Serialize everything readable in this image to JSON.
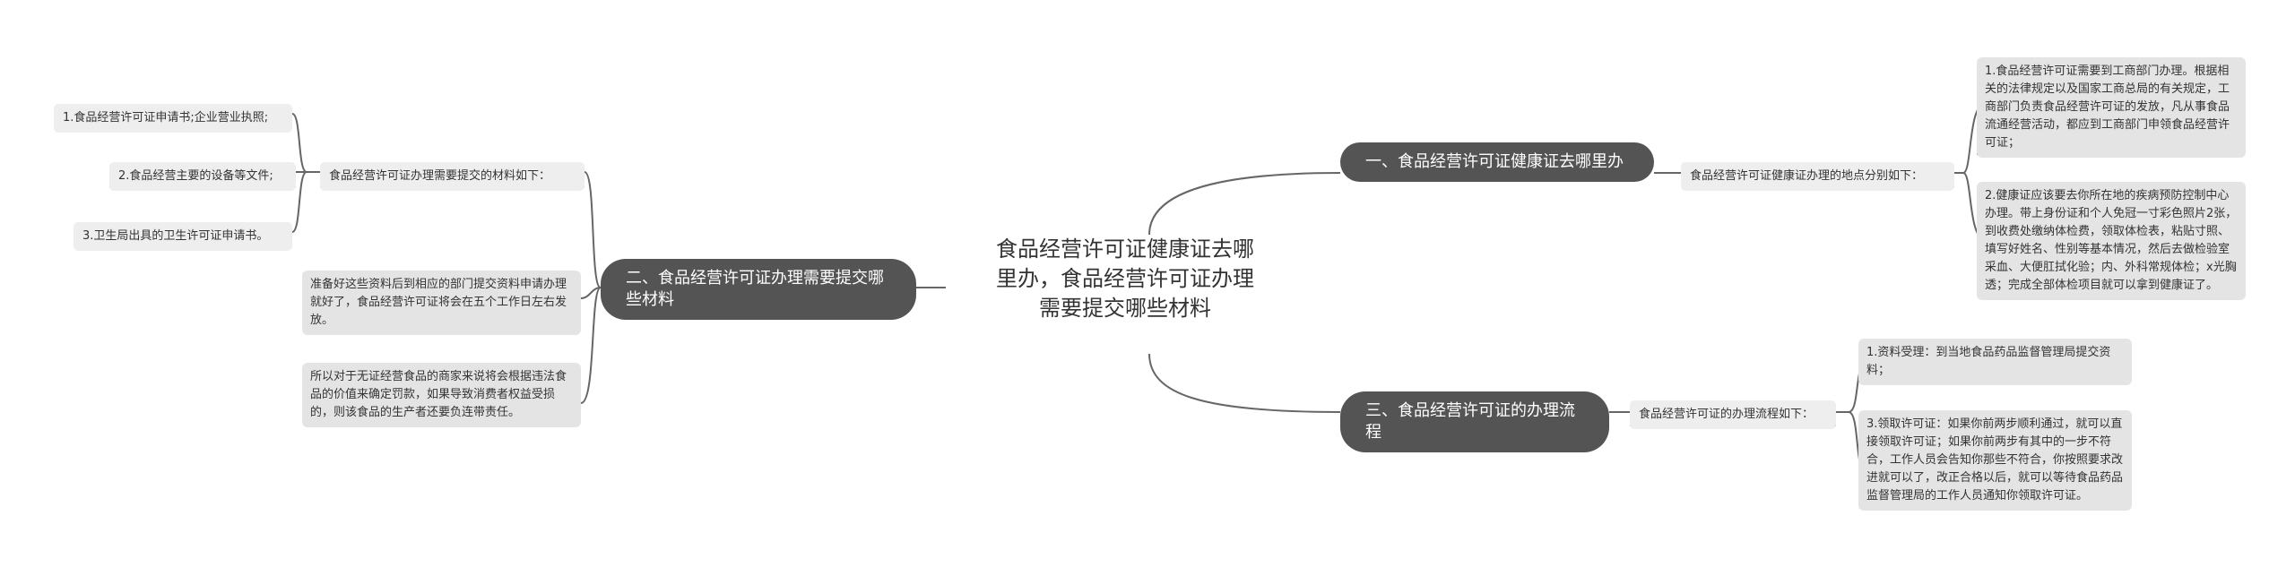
{
  "central_topic": "食品经营许可证健康证去哪里办，食品经营许可证办理需要提交哪些材料",
  "branches": [
    {
      "title": "一、食品经营许可证健康证去哪里办",
      "summary": "食品经营许可证健康证办理的地点分别如下：",
      "items": [
        "1.食品经营许可证需要到工商部门办理。根据相关的法律规定以及国家工商总局的有关规定，工商部门负责食品经营许可证的发放，凡从事食品流通经营活动，都应到工商部门申领食品经营许可证；",
        "2.健康证应该要去你所在地的疾病预防控制中心办理。带上身份证和个人免冠一寸彩色照片2张，到收费处缴纳体检费，领取体检表，粘贴寸照、填写好姓名、性别等基本情况，然后去做检验室采血、大便肛拭化验；内、外科常规体检；x光胸透；完成全部体检项目就可以拿到健康证了。"
      ]
    },
    {
      "title": "二、食品经营许可证办理需要提交哪些材料",
      "summary": "食品经营许可证办理需要提交的材料如下：",
      "items": [
        "1.食品经营许可证申请书;企业营业执照;",
        "2.食品经营主要的设备等文件;",
        "3.卫生局出具的卫生许可证申请书。"
      ],
      "notes": [
        "准备好这些资料后到相应的部门提交资料申请办理就好了，食品经营许可证将会在五个工作日左右发放。",
        "所以对于无证经营食品的商家来说将会根据违法食品的价值来确定罚款，如果导致消费者权益受损的，则该食品的生产者还要负连带责任。"
      ]
    },
    {
      "title": "三、食品经营许可证的办理流程",
      "summary": "食品经营许可证的办理流程如下：",
      "items": [
        "1.资料受理：到当地食品药品监督管理局提交资料；",
        "3.领取许可证：如果你前两步顺利通过，就可以直接领取许可证；如果你前两步有其中的一步不符合，工作人员会告知你那些不符合，你按照要求改进就可以了，改正合格以后，就可以等待食品药品监督管理局的工作人员通知你领取许可证。"
      ]
    }
  ],
  "colors": {
    "main_node": "#545454",
    "leaf_node": "#e4e4e4",
    "line": "#666666"
  }
}
